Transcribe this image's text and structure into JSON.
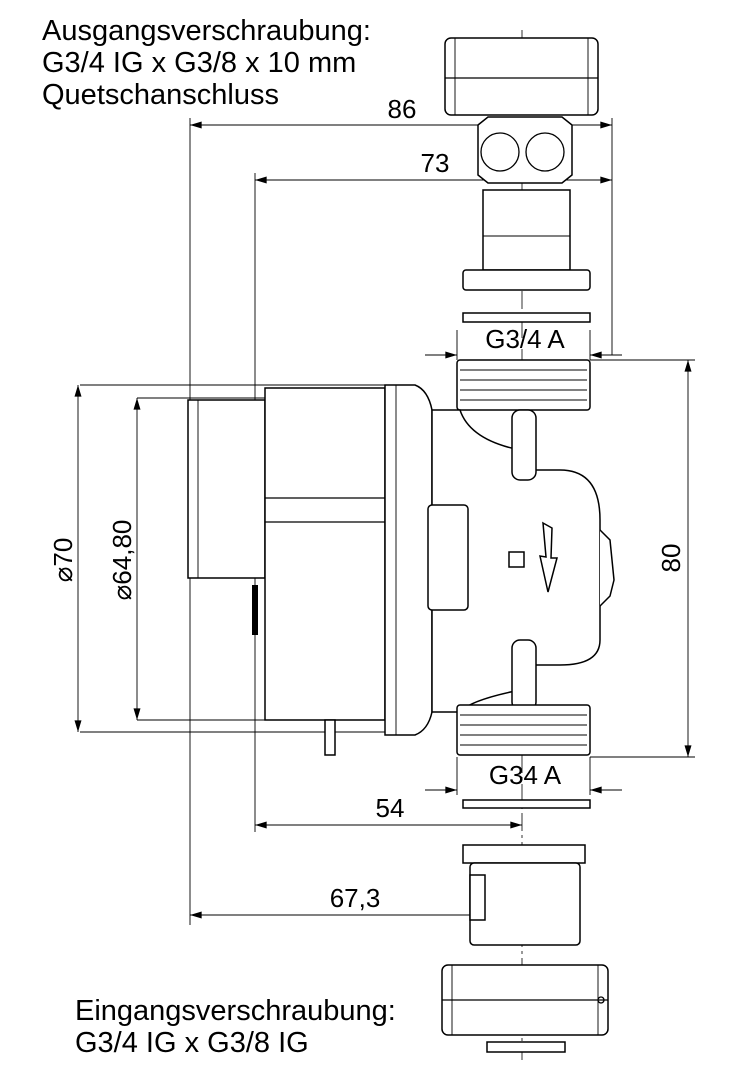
{
  "title": {
    "outlet_lines": [
      "Ausgangsverschraubung:",
      "G3/4 IG x G3/8 x 10 mm",
      "Quetschanschluss"
    ],
    "inlet_lines": [
      "Eingangsverschraubung:",
      "G3/4 IG x G3/8 IG"
    ]
  },
  "dimensions": {
    "overall_width": "86",
    "head_to_outlet": "73",
    "thread_top": "G3/4 A",
    "thread_bottom": "G34 A",
    "port_distance": "80",
    "diameter_outer": "70",
    "diameter_inner": "64,80",
    "head_to_axis": "54",
    "back_to_axis": "67,3"
  },
  "symbols": {
    "diameter": "⌀"
  }
}
